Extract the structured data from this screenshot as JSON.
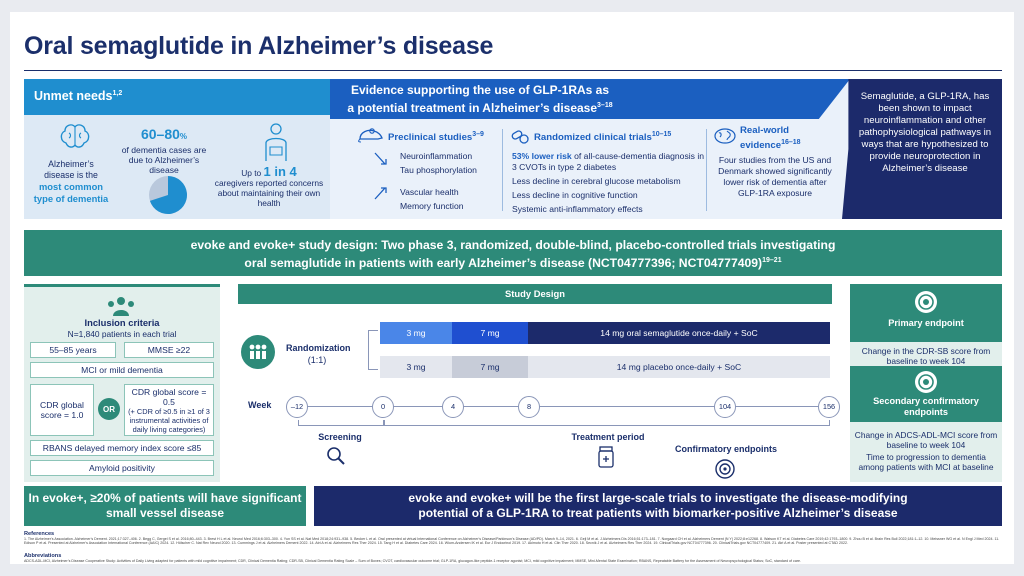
{
  "title": "Oral semaglutide in Alzheimer’s disease",
  "unmet": {
    "heading": "Unmet needs",
    "heading_refs": "1,2",
    "ad_line1": "Alzheimer’s",
    "ad_line2": "disease is the",
    "ad_highlight": "most common type of dementia",
    "pct_big": "60–80",
    "pct_unit": "%",
    "pct_text": "of dementia cases are due to Alzheimer’s disease",
    "pie_fraction": 0.7,
    "care_pre": "Up to",
    "care_big": "1 in 4",
    "care_text": "caregivers reported concerns about maintaining their own health"
  },
  "evidence": {
    "heading_line1": "Evidence supporting the use of GLP-1RAs as",
    "heading_line2": "a potential treatment in Alzheimer’s disease",
    "heading_refs": "3–18",
    "preclinical_title": "Preclinical studies",
    "preclinical_refs": "3–9",
    "preclinical_items": [
      "Neuroinflammation",
      "Tau phosphorylation",
      "Vascular health",
      "Memory function"
    ],
    "rct_title": "Randomized clinical trials",
    "rct_refs": "10–15",
    "rct_item1_bold": "53% lower risk",
    "rct_item1_rest": " of all-cause-dementia diagnosis in 3 CVOTs in type 2 diabetes",
    "rct_items": [
      "Less decline in cerebral glucose metabolism",
      "Less decline in cognitive function",
      "Systemic anti-inflammatory effects"
    ],
    "rwe_title_line1": "Real-world",
    "rwe_title_line2": "evidence",
    "rwe_refs": "16–18",
    "rwe_text": "Four studies from the US and Denmark showed significantly lower risk of dementia after GLP-1RA exposure"
  },
  "sema_text": "Semaglutide, a GLP-1RA, has been shown to impact neuroinflammation and other pathophysiological pathways in ways that are hypothesized to provide neuroprotection in Alzheimer’s disease",
  "banner": {
    "line1": "evoke and evoke+ study design: Two phase 3, randomized, double-blind, placebo-controlled trials investigating",
    "line2": "oral semaglutide in patients with early Alzheimer’s disease (NCT04777396; NCT04777409)",
    "refs": "19–21"
  },
  "inclusion": {
    "title": "Inclusion criteria",
    "subtitle": "N=1,840 patients in each trial",
    "age": "55–85 years",
    "mmse": "MMSE ≥22",
    "mci": "MCI or mild dementia",
    "cdr1": "CDR global score = 1.0",
    "or": "OR",
    "cdr2_main": "CDR global score = 0.5",
    "cdr2_sub": "(+ CDR of ≥0.5 in ≥1 of 3 instrumental activities of daily living categories)",
    "rbans": "RBANS delayed memory index score ≤85",
    "amyloid": "Amyloid positivity"
  },
  "design": {
    "heading": "Study Design",
    "rand_label": "Randomization",
    "rand_ratio": "(1:1)",
    "active": [
      "3 mg",
      "7 mg",
      "14 mg oral semaglutide once-daily + SoC"
    ],
    "placebo": [
      "3 mg",
      "7 mg",
      "14 mg placebo once-daily + SoC"
    ],
    "colors": {
      "active_light": "#4a86e8",
      "active_mid": "#1f4fd0",
      "active_dark": "#1c2a6b",
      "placebo_light": "#e4e7ee",
      "placebo_mid": "#c7ccd8",
      "placebo_dark": "#e4e7ee"
    },
    "week_label": "Week",
    "weeks": [
      "–12",
      "0",
      "4",
      "8",
      "104",
      "156"
    ],
    "screening": "Screening",
    "treatment": "Treatment period",
    "confirmatory": "Confirmatory endpoints"
  },
  "endpoints": {
    "primary_title": "Primary endpoint",
    "primary_text": "Change in the CDR-SB score from baseline to week 104",
    "secondary_title": "Secondary confirmatory endpoints",
    "secondary_text1": "Change in ADCS-ADL-MCI score from baseline to week 104",
    "secondary_text2": "Time to progression to dementia among patients with MCI at baseline"
  },
  "bottom": {
    "left_text": "In evoke+, ≥20% of patients will have significant small vessel disease",
    "right_line1": "evoke and evoke+ will be the first large-scale trials to investigate the disease-modifying",
    "right_line2": "potential of a GLP-1RA to treat patients with biomarker-positive Alzheimer’s disease"
  },
  "references_title": "References",
  "references_text": "1. The Alzheimer’s Association. Alzheimer’s Dement. 2021;17:327–406. 2. Begg C, Gergel S et al. 2016;80–443. 3. Brest H L et al. Neurol Med 2016;6:303–300. 4. Yun SS et al. Nat Med 2018;24:931–938. 5. Becker L et al. Oral presented at virtual International Conference on Alzheimer’s Disease/Parkinson’s Disease (AD/PD). March 9–14, 2021. 6. Gejl M et al. J Alzheimers Dis 2016;51:173–181. 7. Norgaard CH et al. Alzheimers Dement (N Y) 2022;8:e12268. 8. Watson KT et al. Diabetes Care 2019;42:1793–1800. 9. Zhou B et al. Brain Res Bull 2022;181:1–12. 10. Meissner WG et al. N Engl J Med 2024. 11. Edison P et al. Presented at Alzheimer’s Association International Conference (AAIC) 2024. 12. Hölscher C. Nat Rev Neurol 2020. 13. Cummings J et al. Alzheimers Dement 2022. 14. Atri A et al. Alzheimers Res Ther 2024. 15. Tang H et al. Diabetes Care 2024. 16. Wium-Andersen IK et al. Eur J Endocrinol 2019. 17. Akimoto H et al. Clin Ther 2020. 18. Secnik J et al. Alzheimers Res Ther 2024. 19. ClinicalTrials.gov NCT04777396. 20. ClinicalTrials.gov NCT04777409. 21. Atri A et al. Poster presented at CTAD 2022.",
  "abbreviations_title": "Abbreviations",
  "abbreviations_text": "ADCS-ADL-MCI, Alzheimer’s Disease Cooperative Study: Activities of Daily Living adapted for patients with mild cognitive impairment; CDR, Clinical Dementia Rating; CDR-SB, Clinical Dementia Rating Scale – Sum of Boxes; CVOT, cardiovascular outcome trial; GLP-1RA, glucagon-like peptide-1 receptor agonist; MCI, mild cognitive impairment; MMSE, Mini-Mental State Examination; RBANS, Repeatable Battery for the Assessment of Neuropsychological Status; SoC, standard of care."
}
